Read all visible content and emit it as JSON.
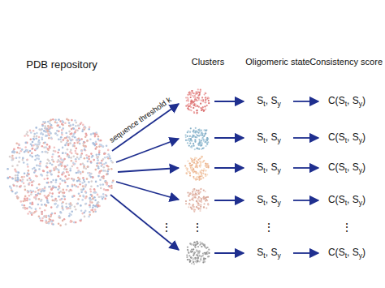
{
  "diagram": {
    "labels": [
      "PDB repository",
      "Clusters",
      "Oligomeric state",
      "Consistency score",
      "sequence threshold k",
      "St, Sy",
      "C(St, Sy)",
      "St, Sy",
      "C(St, Sy)",
      "St, Sy",
      "C(St, Sy)",
      "St, Sy",
      "C(St, Sy)",
      "St, Sy",
      "C(St, Sy)",
      "⋮",
      "⋮",
      "⋮",
      "⋮"
    ]
  }
}
